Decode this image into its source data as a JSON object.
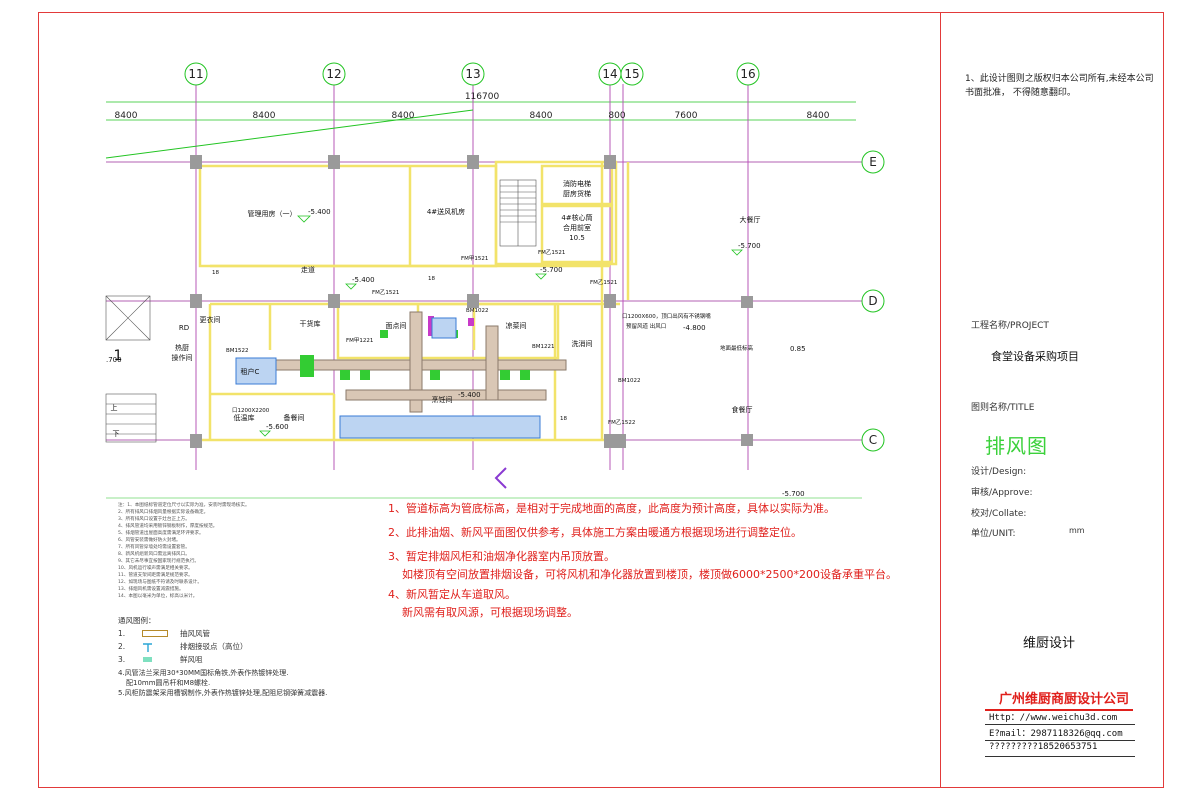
{
  "grid": {
    "columns": [
      "11",
      "12",
      "13",
      "14",
      "15",
      "16"
    ],
    "rows": [
      "E",
      "D",
      "C"
    ],
    "spacings": [
      "8400",
      "8400",
      "8400",
      "8400",
      "800",
      "7600",
      "8400"
    ],
    "total": "116700"
  },
  "rooms": {
    "r1": "管理用房（一）",
    "r2": "4#送风机房",
    "r3": "消防电梯",
    "r3b": "厨房货梯",
    "r4": "4#核心筒",
    "r4b": "合用前室",
    "r4c": "10.5",
    "r5": "大餐厅",
    "r6": "走道",
    "r7": "更衣间",
    "r8": "干货库",
    "r9": "面点间",
    "r10": "凉菜间",
    "r11": "洗消间",
    "r12": "热厨",
    "r12b": "操作间",
    "r13": "烹饪间",
    "r14": "低温库",
    "r15": "备餐间",
    "r16": "食餐厅",
    "r17": "RD",
    "r18": "1",
    "r19": "上",
    "r20": "下",
    "r21": "租户C"
  },
  "elevations": {
    "e1": "-5.400",
    "e2": "-5.700",
    "e3": "-5.700",
    "e4": "-5.400",
    "e5": "-4.800",
    "e6": "-5.400",
    "e7": "-5.600",
    "e8": "-5.700",
    "e9": "0.85",
    "e10": ".700"
  },
  "tags": {
    "t1": "FM甲1521",
    "t2": "FM乙1521",
    "t3": "FM乙1521",
    "t4": "FM甲1221",
    "t5": "BM1221",
    "t6": "BM1522",
    "t7": "BM1022",
    "t8": "BM1022",
    "t9": "口1200X600，顶口出风有不锈钢嘴",
    "t10": "预留风道 出风口",
    "t11": "地面最低标高",
    "t12": "口1200X2200",
    "t13": "18",
    "t14": "18",
    "t15": "18",
    "t16": "FM乙1521",
    "t17": "FM乙1522"
  },
  "notes_red": [
    "1、管道标高为管底标高，是相对于完成地面的高度，此高度为预计高度，具体以实际为准。",
    "2、此排油烟、新风平面图仅供参考，具体施工方案由暖通方根据现场进行调整定位。",
    "3、暂定排烟风柜和油烟净化器室内吊顶放置。",
    "如楼顶有空间放置排烟设备，可将风机和净化器放置到楼顶，楼顶做6000*2500*200设备承重平台。",
    "4、新风暂定从车道取风。",
    "新风需有取风源，可根据现场调整。"
  ],
  "notes_small": [
    "注：1、本图纸标管道定位尺寸以实际为准，安装时需现场核实。",
    "2、所有排风口排烟风量根据实际设备确定。",
    "3、所有排风口设置于灶台正上方。",
    "4、排风管道均采用镀锌钢板制作，厚度按规范。",
    "5、排烟管道出屋面高度需满足环评要求。",
    "6、风管安装需做好防火封堵。",
    "7、所有风管穿墙处均需设置套管。",
    "8、新风机组新风口需远离排风口。",
    "9、其它未尽事宜按国家现行规范执行。",
    "10、风机运行噪声需满足相关要求。",
    "11、管道支架间距需满足规范要求。",
    "12、如现场与图纸不符请及时联系设计。",
    "13、排烟风机需设置减震措施。",
    "14、本图以毫米为单位，标高以米计。"
  ],
  "legend": {
    "title": "通风图例：",
    "items": [
      {
        "num": "1.",
        "label": "抽风风管"
      },
      {
        "num": "2.",
        "label": "排烟接驳点（高位）"
      },
      {
        "num": "3.",
        "label": "鲜风咀"
      }
    ],
    "extra": [
      "4.风管法兰采用30*30MM国标角铁,外表作热镀锌处理.",
      "配10mm圆吊杆和M8螺栓.",
      "5.风柜防震架采用槽钢制作,外表作热镀锌处理,配阻尼钢弹簧减震器."
    ]
  },
  "titleblock": {
    "copyright": "1、此设计图则之版权归本公司所有,未经本公司书面批准， 不得随意翻印。",
    "project_label": "工程名称/PROJECT",
    "project_name": "食堂设备采购项目",
    "title_label": "图则名称/TITLE",
    "title": "排风图",
    "design_label": "设计/Design:",
    "approve_label": "审核/Approve:",
    "collate_label": "校对/Collate:",
    "unit_label": "单位/UNIT:",
    "unit_value": "mm",
    "brand": "维厨设计",
    "company": "广州维厨商厨设计公司",
    "url": "Http：//www.weichu3d.com",
    "email": "E?mail：2987118326@qq.com",
    "phone": "?????????18520653751"
  },
  "colors": {
    "frame": "#e23a3a",
    "grid": "#22c422",
    "wall": "#f2e36a",
    "duct": "#3a7bd5",
    "red_text": "#e0201c",
    "title_green": "#3bd13b"
  }
}
